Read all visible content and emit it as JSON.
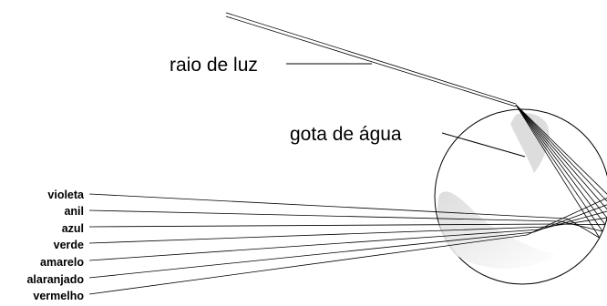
{
  "labels": {
    "light_ray": "raio de luz",
    "water_drop": "gota de água"
  },
  "colors": [
    "violeta",
    "anil",
    "azul",
    "verde",
    "amarelo",
    "alaranjado",
    "vermelho"
  ]
}
